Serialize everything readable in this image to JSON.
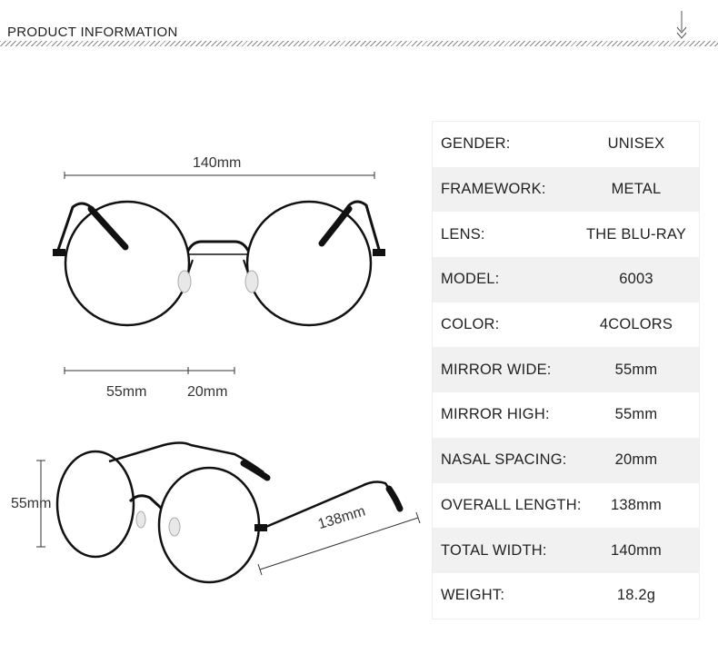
{
  "header": {
    "title": "PRODUCT  INFORMATION"
  },
  "figure": {
    "total_width_label": "140mm",
    "lens_width_label": "55mm",
    "bridge_label": "20mm",
    "lens_height_label": "55mm",
    "temple_length_label": "138mm"
  },
  "specs": [
    {
      "label": "GENDER:",
      "value": "UNISEX"
    },
    {
      "label": "FRAMEWORK:",
      "value": "METAL"
    },
    {
      "label": "LENS:",
      "value": "THE BLU-RAY"
    },
    {
      "label": "MODEL:",
      "value": "6003"
    },
    {
      "label": "COLOR:",
      "value": "4COLORS"
    },
    {
      "label": "MIRROR WIDE:",
      "value": "55mm"
    },
    {
      "label": "MIRROR HIGH:",
      "value": "55mm"
    },
    {
      "label": "NASAL SPACING:",
      "value": "20mm"
    },
    {
      "label": "OVERALL LENGTH:",
      "value": "138mm"
    },
    {
      "label": "TOTAL WIDTH:",
      "value": "140mm"
    },
    {
      "label": "WEIGHT:",
      "value": "18.2g"
    }
  ],
  "colors": {
    "frame": "#111111",
    "row_alt": "#f1f1f1",
    "dimension_line": "#333333"
  }
}
